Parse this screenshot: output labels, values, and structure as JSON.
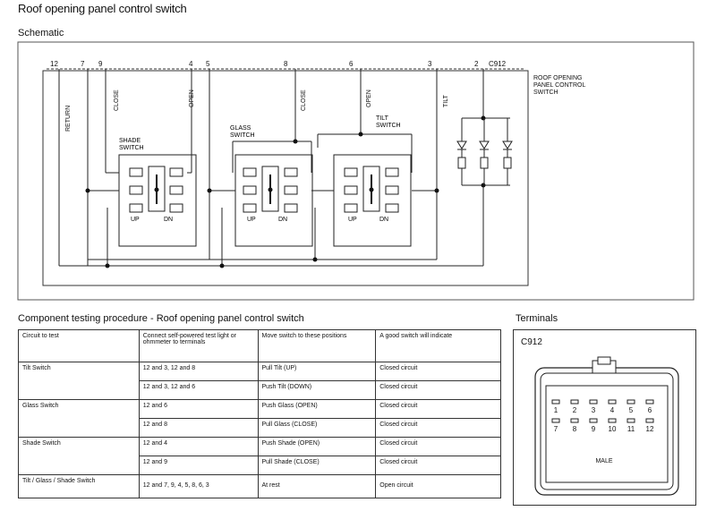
{
  "page_title": "Roof opening panel control switch",
  "schematic": {
    "title": "Schematic",
    "connector_pins": [
      "12",
      "7",
      "9",
      "4",
      "5",
      "8",
      "6",
      "3",
      "2"
    ],
    "connector_id": "C912",
    "component_label": [
      "ROOF OPENING",
      "PANEL CONTROL",
      "SWITCH"
    ],
    "wire_labels": {
      "return": "RETURN",
      "close1": "CLOSE",
      "open1": "OPEN",
      "close2": "CLOSE",
      "open2": "OPEN",
      "tilt": "TILT"
    },
    "switches": [
      {
        "name_lines": [
          "SHADE",
          "SWITCH"
        ],
        "up": "UP",
        "dn": "DN"
      },
      {
        "name_lines": [
          "GLASS",
          "SWITCH"
        ],
        "up": "UP",
        "dn": "DN"
      },
      {
        "name_lines": [
          "TILT",
          "SWITCH"
        ],
        "up": "UP",
        "dn": "DN"
      }
    ]
  },
  "procedure": {
    "title": "Component testing procedure - Roof opening panel control switch",
    "headers": [
      "Circuit to test",
      "Connect self-powered test light or ohmmeter to terminals",
      "Move switch to these positions",
      "A good switch will indicate"
    ],
    "rows": [
      {
        "circuit": "Tilt Switch",
        "terminals": "12 and 3, 12 and 8",
        "position": "Pull Tilt (UP)",
        "result": "Closed circuit"
      },
      {
        "circuit": "",
        "terminals": "12 and 3, 12 and 6",
        "position": "Push Tilt (DOWN)",
        "result": "Closed circuit"
      },
      {
        "circuit": "Glass Switch",
        "terminals": "12 and 6",
        "position": "Push Glass (OPEN)",
        "result": "Closed circuit"
      },
      {
        "circuit": "",
        "terminals": "12 and 8",
        "position": "Pull Glass (CLOSE)",
        "result": "Closed circuit"
      },
      {
        "circuit": "Shade Switch",
        "terminals": "12 and 4",
        "position": "Push Shade (OPEN)",
        "result": "Closed circuit"
      },
      {
        "circuit": "",
        "terminals": "12 and 9",
        "position": "Pull Shade (CLOSE)",
        "result": "Closed circuit"
      },
      {
        "circuit": "Tilt / Glass / Shade Switch",
        "terminals": "12 and 7, 9, 4, 5, 8, 6, 3",
        "position": "At rest",
        "result": "Open circuit"
      }
    ]
  },
  "terminals": {
    "title": "Terminals",
    "connector_id": "C912",
    "top_row": [
      "1",
      "2",
      "3",
      "4",
      "5",
      "6"
    ],
    "bottom_row": [
      "7",
      "8",
      "9",
      "10",
      "11",
      "12"
    ],
    "gender": "MALE"
  }
}
